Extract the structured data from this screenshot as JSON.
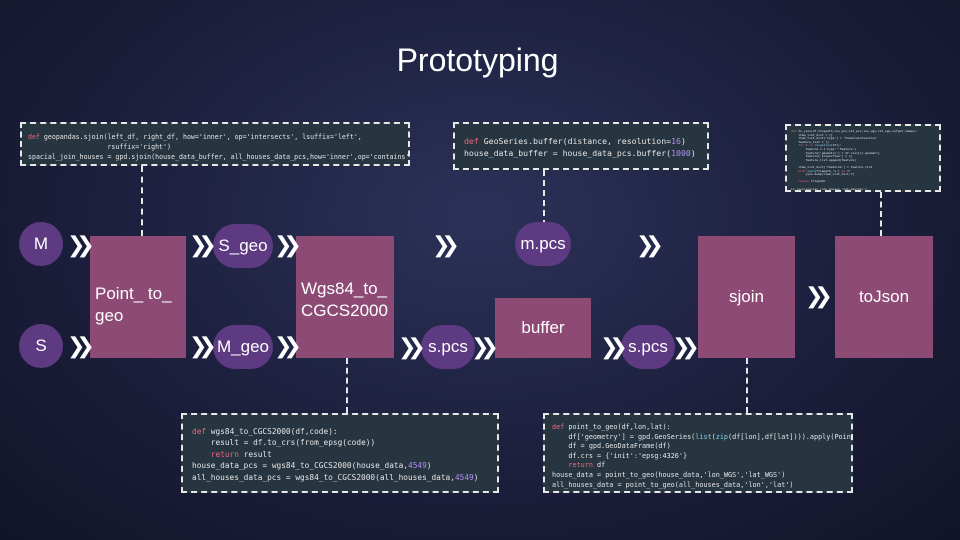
{
  "title": "Prototyping",
  "nodes": {
    "m": "M",
    "s": "S",
    "s_geo": "S_geo",
    "m_geo": "M_geo",
    "point_to_geo": "Point_ to_ geo",
    "wgs84": "Wgs84_to_ CGCS2000",
    "m_pcs": "m.pcs",
    "s_pcs_1": "s.pcs",
    "s_pcs_2": "s.pcs",
    "buffer": "buffer",
    "sjoin": "sjoin",
    "tojson": "toJson"
  },
  "arrow_glyph": "❯❯",
  "code": {
    "sjoin_def": [
      "def geopandas.sjoin(left_df, right_df, how='inner', op='intersects', lsuffix='left',",
      "                    rsuffix='right')",
      "spacial_join_houses = gpd.sjoin(house_data_buffer, all_houses_data_pcs,how='inner',op='contains')"
    ],
    "buffer_def": [
      "def GeoSeries.buffer(distance, resolution=16)",
      "house_data_buffer = house_data_pcs.buffer(1000)"
    ],
    "tojson_def": [
      "def to_json(df,filepath,lon_pcs,lat_pcs,lon_wgs,lat_wgs,output_names):",
      "    item_list_dict = {}",
      "    item_list_dict['type'] = 'FeatureCollection'",
      "    feature_list = []",
      "    for i in range(len(df)):",
      "        feature = {'type':'Feature'}",
      "        feature['geometry'] = df.iloc[i].geometry",
      "        feature['properties'] = {}",
      "        feature_list.append(feature)",
      "",
      "    item_list_dict['features'] = feature_list",
      "    with open(filepath,'w') as f:",
      "        json.dump(item_list_dict,f)",
      "",
      "    return filepath",
      "",
      "to_json(spacial_join_houses,'out.geojson')",
      "    output_names)"
    ],
    "wgs_def": [
      "def wgs84_to_CGCS2000(df,code):",
      "    result = df.to_crs(from_epsg(code))",
      "    return result",
      "house_data_pcs = wgs84_to_CGCS2000(house_data,4549)",
      "all_houses_data_pcs = wgs84_to_CGCS2000(all_houses_data,4549)"
    ],
    "point_def": [
      "def point_to_geo(df,lon,lat):",
      "    df['geometry'] = gpd.GeoSeries(list(zip(df[lon],df[lat]))).apply(Point)",
      "    df = gpd.GeoDataFrame(df)",
      "    df.crs = {'init':'epsg:4326'}",
      "    return df",
      "house_data = point_to_geo(house_data,'lon_WGS','lat_WGS')",
      "all_houses_data = point_to_geo(all_houses_data,'lon','lat')"
    ]
  }
}
